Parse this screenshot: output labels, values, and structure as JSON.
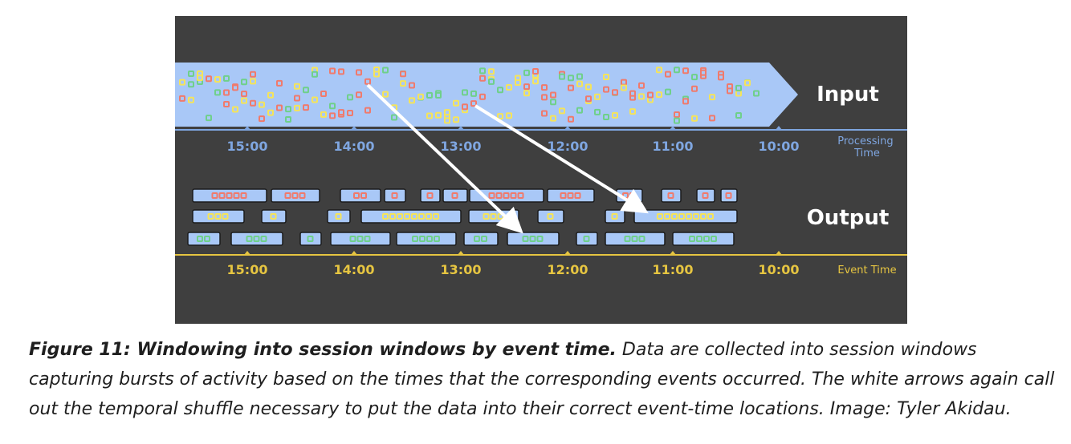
{
  "figure": {
    "input_label": "Input",
    "output_label": "Output",
    "processing_time_label": [
      "Processing",
      "Time"
    ],
    "event_time_label": "Event Time",
    "processing_ticks": [
      "15:00",
      "14:00",
      "13:00",
      "12:00",
      "11:00",
      "10:00"
    ],
    "event_ticks": [
      "15:00",
      "14:00",
      "13:00",
      "12:00",
      "11:00",
      "10:00"
    ],
    "colors": {
      "background": "#3f3f3f",
      "stream": "#a9c8f7",
      "processing_axis": "#7fa6e0",
      "event_axis": "#e6c541",
      "dot_red": "#f07a6c",
      "dot_yellow": "#f5e45a",
      "dot_green": "#6fd08a",
      "arrow": "#ffffff"
    }
  },
  "caption": {
    "title": "Figure 11: Windowing into session windows by event time.",
    "body": "Data are collected into session windows capturing bursts of activity based on the times that the corresponding events occurred. The white arrows again call out the temporal shuffle necessary to put the data into their correct event-time locations. Image: Tyler Akidau."
  }
}
